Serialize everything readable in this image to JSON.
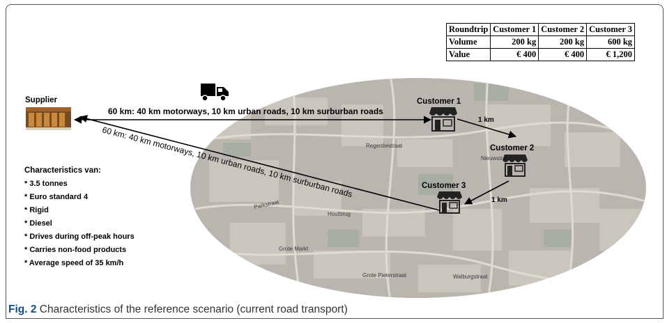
{
  "table": {
    "header": [
      "Roundtrip",
      "Customer 1",
      "Customer 2",
      "Customer 3"
    ],
    "rows": [
      [
        "Volume",
        "200 kg",
        "200 kg",
        "600 kg"
      ],
      [
        "Value",
        "€ 400",
        "€ 400",
        "€ 1,200"
      ]
    ]
  },
  "labels": {
    "supplier": "Supplier",
    "customer1": "Customer 1",
    "customer2": "Customer 2",
    "customer3": "Customer 3",
    "route_top": "60 km: 40 km motorways, 10 km urban roads, 10 km surburban roads",
    "route_diag": "60 km: 40 km motorways, 10 km urban roads, 10 km surburban roads",
    "dist_12": "1 km",
    "dist_23": "1 km"
  },
  "characteristics": {
    "title": "Characteristics van:",
    "items": [
      "* 3.5 tonnes",
      "* Euro standard 4",
      "* Rigid",
      "* Diesel",
      "* Drives during off-peak hours",
      "* Carries non-food products",
      "* Average speed of 35 km/h"
    ]
  },
  "map_streets": [
    "Parkstraat",
    "Houtbrug",
    "Grote Markt",
    "Walburgstraat",
    "Grote Pieterstraat",
    "Nieuwstraat",
    "Regentiestraat"
  ],
  "caption": {
    "fig": "Fig. 2",
    "text": " Characteristics of the reference scenario (current road transport)"
  },
  "icons": [
    "truck-icon",
    "store-icon",
    "supplier-warehouse-image"
  ]
}
